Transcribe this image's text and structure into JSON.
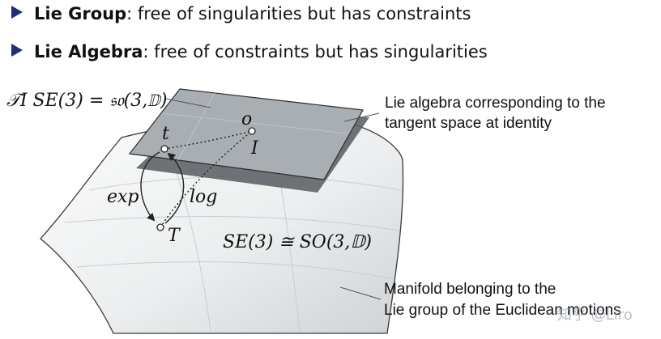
{
  "bullets": [
    {
      "term": "Lie Group",
      "rest": ": free of singularities but has constraints"
    },
    {
      "term": "Lie Algebra",
      "rest": ": free of constraints but has singularities"
    }
  ],
  "diagram": {
    "tangent_space_label": "𝒯I SE(3) = 𝔰𝔬(3,𝔻)",
    "point_o": "o",
    "point_I": "I",
    "point_t": "t",
    "point_T": "T",
    "exp_label": "exp",
    "log_label": "log",
    "group_label": "SE(3) ≅ SO(3,𝔻)",
    "callout_algebra": [
      "Lie algebra corresponding to the",
      "tangent space at identity"
    ],
    "callout_manifold": [
      "Manifold belonging to the",
      "Lie group of the Euclidean motions"
    ],
    "watermark": "知乎 @Liro"
  },
  "colors": {
    "bullet_triangle": "#1f2d7a",
    "plane": "#a9aeb3",
    "plane_shadow": "#5f6469"
  }
}
